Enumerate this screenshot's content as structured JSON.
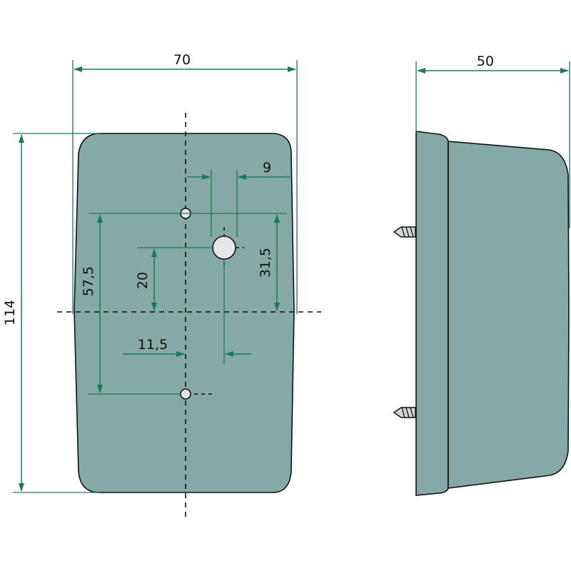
{
  "colors": {
    "dimension": "#1a7a5c",
    "body": "#85a9a5",
    "outline": "#111111",
    "hole": "#e6e6e6"
  },
  "front_view": {
    "width_label": "70",
    "height_label": "114",
    "upper_hole_to_center_label": "57,5",
    "middle_hole_to_center_label": "20",
    "lower_hole_offset_label": "11,5",
    "right_dim_label": "31,5",
    "small_offset_label": "9"
  },
  "side_view": {
    "depth_label": "50"
  }
}
